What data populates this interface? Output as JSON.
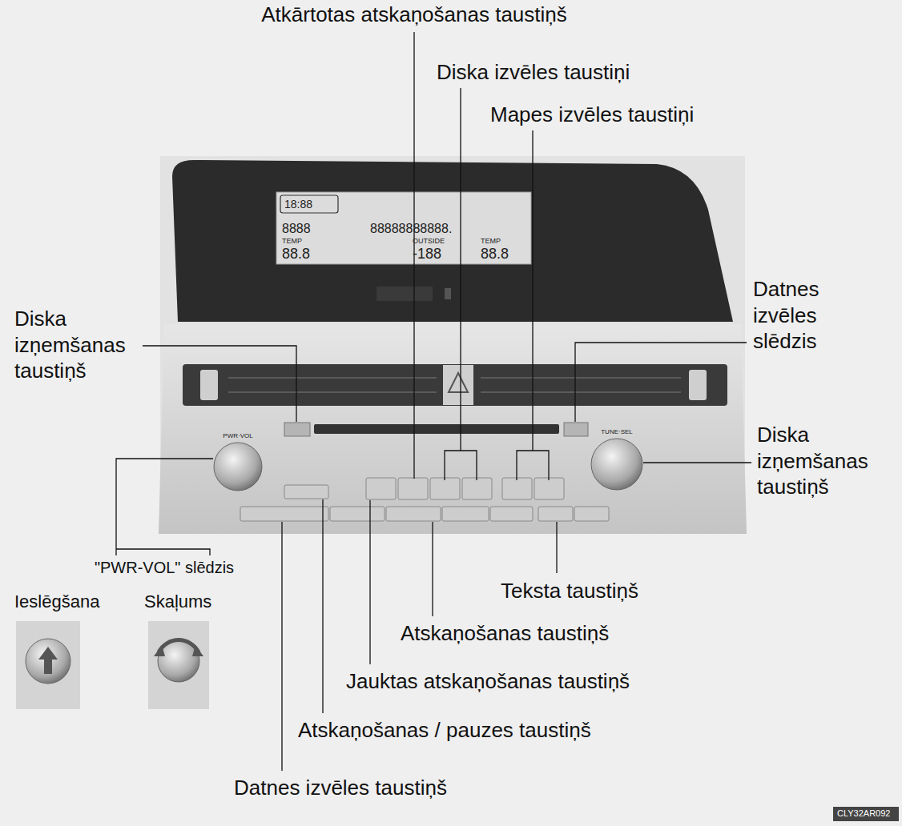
{
  "diagram": {
    "labels": [
      "Atkārtotas atskaņošanas taustiņš",
      "Diska izvēles taustiņi",
      "Mapes izvēles taustiņi",
      "Diska izņemšanas taustiņš",
      "Datnes izvēles slēdzis",
      "Diska izņemšanas taustiņš",
      "\"PWR-VOL\" slēdzis",
      "Ieslēgšana",
      "Skaļums",
      "Teksta taustiņš",
      "Atskaņošanas taustiņš",
      "Jauktas atskaņošanas taustiņš",
      "Atskaņošanas / pauzes taustiņš",
      "Datnes izvēles taustiņš",
      "CLY32AR092",
      "18:88",
      "8888",
      "88888888888.",
      "TEMP",
      "88.8",
      "OUTSIDE",
      "-188",
      "TEMP",
      "88.8",
      "PWR·VOL",
      "TUNE·SEL"
    ]
  }
}
